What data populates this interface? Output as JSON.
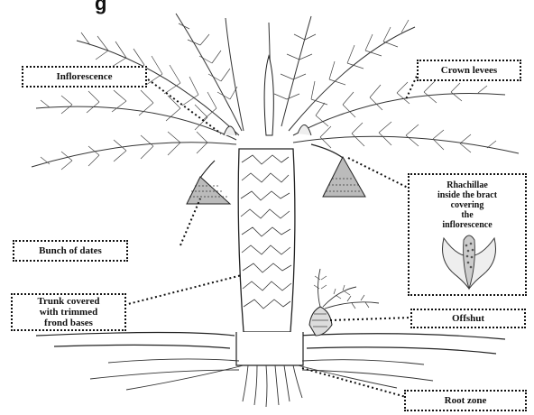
{
  "header_fragment": "g",
  "labels": {
    "inflorescence": "Inflorescence",
    "crown_leaves": "Crown levees",
    "bunch_of_dates": "Bunch of dates",
    "trunk": [
      "Trunk covered",
      "with trimmed",
      "frond bases"
    ],
    "rhachillae": [
      "Rhachillae",
      "inside the bract",
      "covering",
      "the",
      "inflorescence"
    ],
    "offshoot": "Offshut",
    "root_zone": "Root zone"
  }
}
